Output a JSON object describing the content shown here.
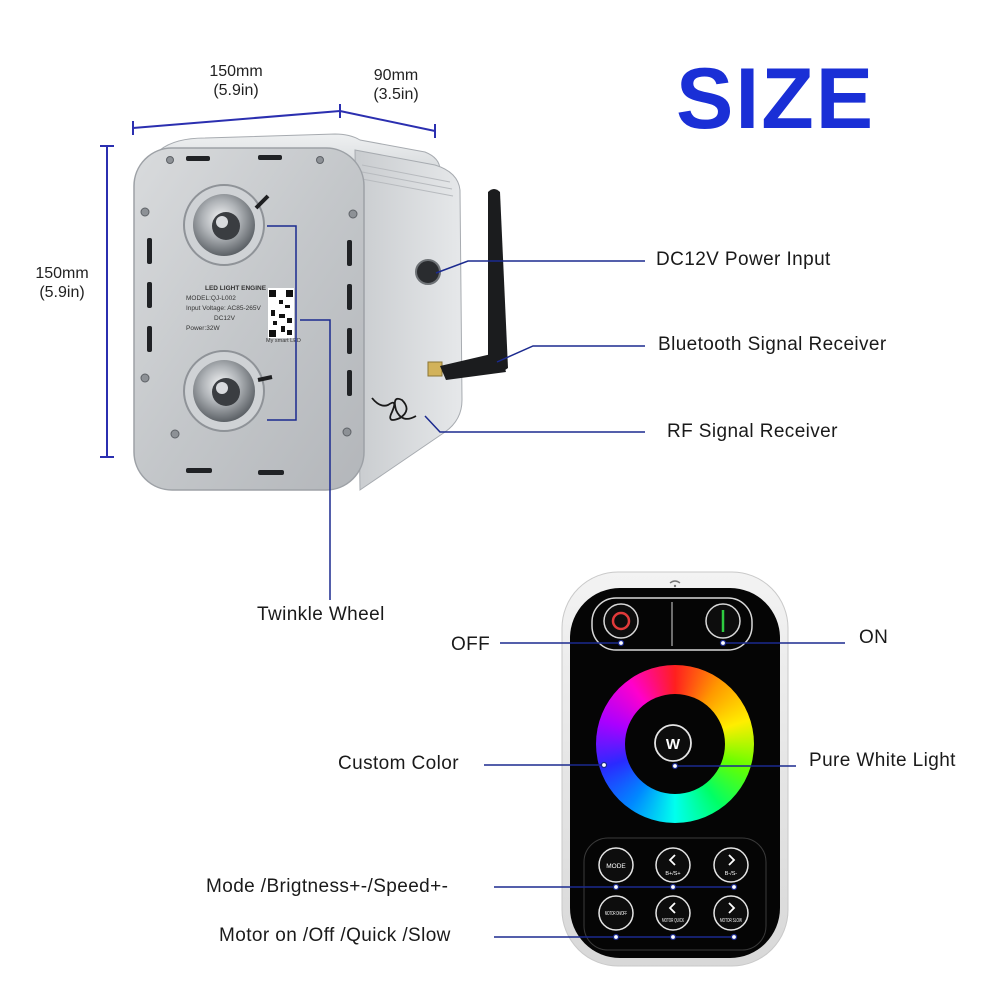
{
  "title": "SIZE",
  "dimensions": {
    "width": {
      "mm": "150mm",
      "in": "(5.9in)"
    },
    "depth": {
      "mm": "90mm",
      "in": "(3.5in)"
    },
    "height": {
      "mm": "150mm",
      "in": "(5.9in)"
    }
  },
  "engine_labels": {
    "power_input": "DC12V Power Input",
    "bluetooth": "Bluetooth Signal Receiver",
    "rf": "RF Signal Receiver",
    "twinkle": "Twinkle Wheel"
  },
  "device_plate": {
    "heading": "LED LIGHT ENGINE",
    "model": "MODEL:QJ-L002",
    "input": "Input Voltage: AC85-265V",
    "dc": "DC12V",
    "power": "Power:32W",
    "qr_caption": "My smart LED"
  },
  "remote_labels": {
    "off": "OFF",
    "on": "ON",
    "custom_color": "Custom Color",
    "pure_white": "Pure White Light",
    "mode_row": "Mode /Brigtness+-/Speed+-",
    "motor_row": "Motor on /Off /Quick /Slow"
  },
  "remote_buttons": {
    "w": "W",
    "mode": "MODE",
    "b_minus": "B-/S-",
    "b_plus": "B+/S+",
    "motor_onoff": "MOTOR ON/OFF",
    "motor_quick": "MOTOR QUICK",
    "motor_slow": "MOTOR SLOW"
  },
  "colors": {
    "title": "#1a2fd6",
    "callout_line": "#1b2a8f",
    "dimension_line": "#2b2fb0"
  }
}
